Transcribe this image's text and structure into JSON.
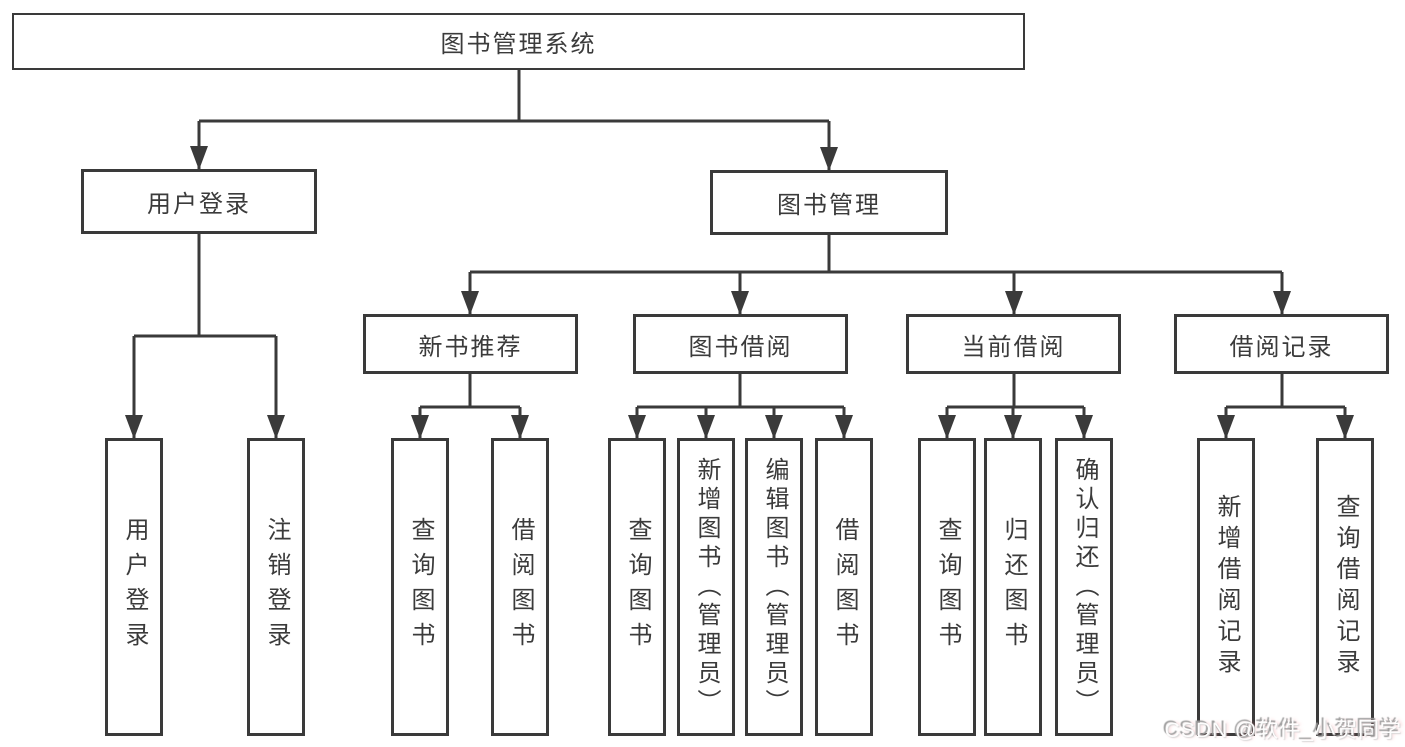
{
  "tree": {
    "root": {
      "label": "图书管理系统"
    },
    "branches": [
      {
        "label": "用户登录",
        "children": [
          {
            "label": "用户登录"
          },
          {
            "label": "注销登录"
          }
        ]
      },
      {
        "label": "图书管理",
        "sections": [
          {
            "label": "新书推荐",
            "children": [
              {
                "label": "查询图书"
              },
              {
                "label": "借阅图书"
              }
            ]
          },
          {
            "label": "图书借阅",
            "children": [
              {
                "label": "查询图书"
              },
              {
                "label": "新增图书（管理员）"
              },
              {
                "label": "编辑图书（管理员）"
              },
              {
                "label": "借阅图书"
              }
            ]
          },
          {
            "label": "当前借阅",
            "children": [
              {
                "label": "查询图书"
              },
              {
                "label": "归还图书"
              },
              {
                "label": "确认归还（管理员）"
              }
            ]
          },
          {
            "label": "借阅记录",
            "children": [
              {
                "label": "新增借阅记录"
              },
              {
                "label": "查询借阅记录"
              }
            ]
          }
        ]
      }
    ]
  },
  "watermark": {
    "text": "CSDN @软件_小贺同学"
  },
  "colors": {
    "line": "#3a3a3a",
    "text": "#3b3b3b",
    "background": "#ffffff",
    "watermark_shadow": "#9c9c9c"
  }
}
